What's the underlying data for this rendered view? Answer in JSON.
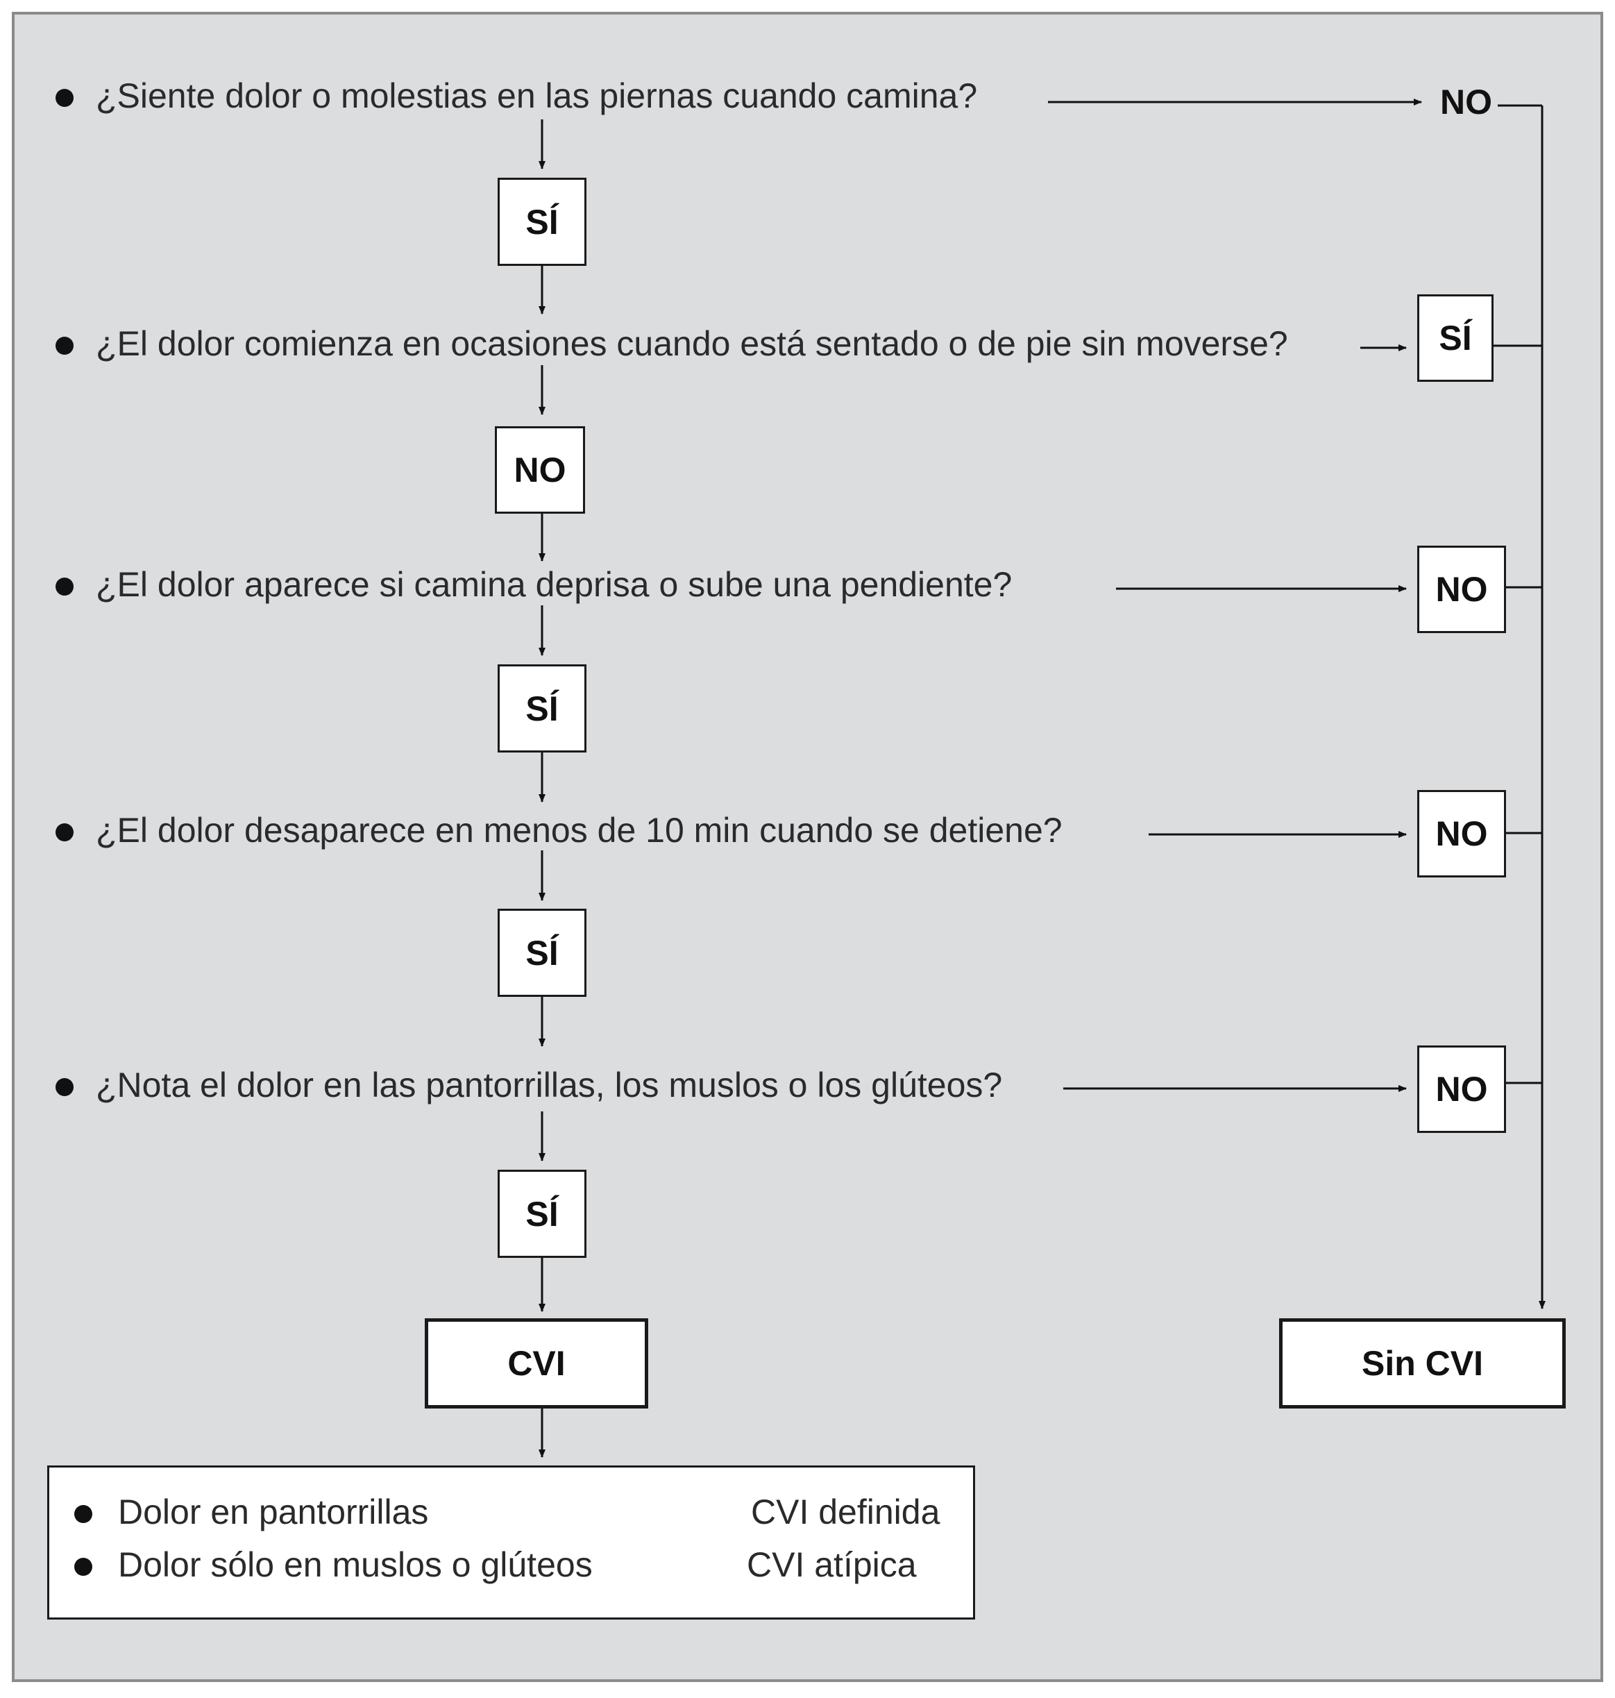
{
  "questions": [
    "¿Siente dolor o molestias en las piernas cuando camina?",
    "¿El dolor comienza en ocasiones cuando está sentado o de pie sin moverse?",
    "¿El dolor aparece si camina deprisa o sube una pendiente?",
    "¿El dolor desaparece en menos de 10 min cuando se detiene?",
    "¿Nota el dolor en las pantorrillas, los muslos o los glúteos?"
  ],
  "continue_answers": [
    "SÍ",
    "NO",
    "SÍ",
    "SÍ",
    "SÍ"
  ],
  "exit_answers": [
    "NO",
    "SÍ",
    "NO",
    "NO",
    "NO"
  ],
  "outcome_positive": "CVI",
  "outcome_negative": "Sin CVI",
  "legend": [
    {
      "condition": "Dolor en pantorrillas",
      "result": "CVI definida"
    },
    {
      "condition": "Dolor sólo en muslos o glúteos",
      "result": "CVI atípica"
    }
  ]
}
